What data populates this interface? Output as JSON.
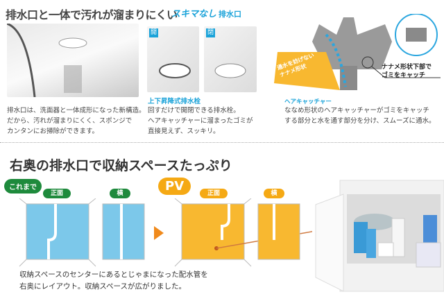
{
  "section1": {
    "title": "排水口と一体で汚れが溜まりにくい",
    "logo_text": "スキマなし",
    "logo_suffix": "排水口",
    "left_desc": [
      "排水口は、洗面器と一体成形になった新構造。",
      "だから、汚れが溜まりにくく、スポンジで",
      "カンタンにお掃除ができます。"
    ],
    "photo_labels": [
      "開",
      "閉"
    ],
    "plug_title": "上下昇降式排水栓",
    "plug_desc": [
      "回すだけで開閉できる排水栓。",
      "ヘアキャッチャーに溜まったゴミが",
      "直接見えず、スッキリ。"
    ],
    "callout_yellow": [
      "通水を妨げない",
      "ナナメ形状"
    ],
    "callout_black": [
      "ナナメ形状下部で",
      "ゴミをキャッチ"
    ],
    "catcher_title": "ヘアキャッチャー",
    "catcher_desc": [
      "ななめ形状のヘアキャッチャーがゴミをキャッチ",
      "する部分と水を通す部分を分け、スムーズに通水。"
    ]
  },
  "section2": {
    "title": "右奥の排水口で収納スペースたっぷり",
    "before_badge": "これまで",
    "pv_badge": "PV",
    "front_label": "正面",
    "side_label": "横",
    "caption": [
      "収納スペースのセンターにあるとじゃまになった配水管を",
      "右奥にレイアウト。収納スペースが広がりました。"
    ],
    "colors": {
      "before": "#7cc8ea",
      "pv": "#f8b830",
      "green": "#1e8a3c",
      "orange": "#f5a914",
      "accent": "#1ba3d9"
    }
  }
}
